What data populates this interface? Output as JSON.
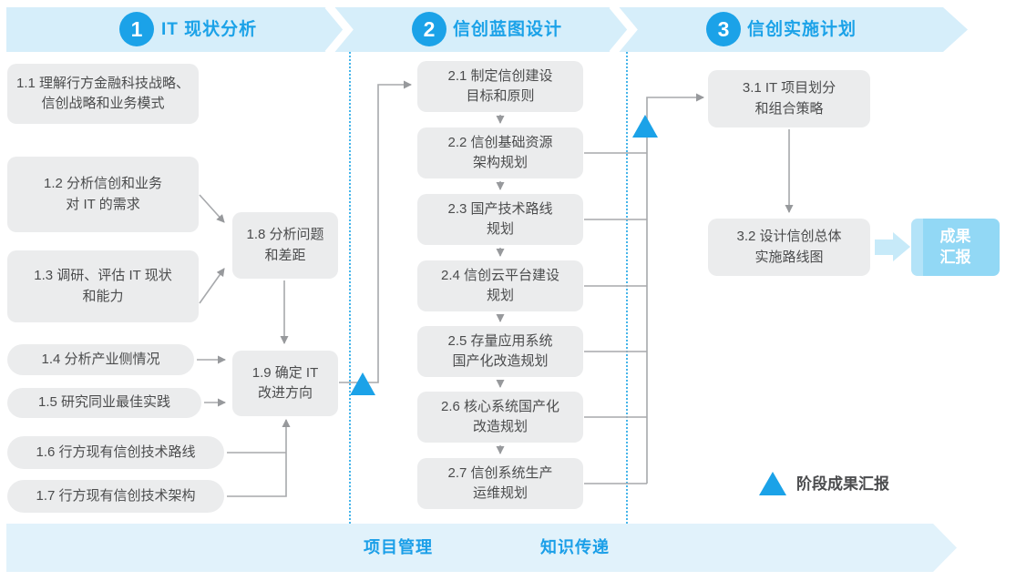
{
  "colors": {
    "accent_blue": "#1BA2E8",
    "band_fill": "#D6EEFA",
    "bottom_band_fill": "#E1F2FB",
    "box_fill": "#EBECED",
    "box_text": "#4B4C4D",
    "connector_gray": "#A7A9AC",
    "dotted_blue": "#46B5EA",
    "result_fill": "#92D8F5",
    "thick_arrow_fill": "#C7EAF9"
  },
  "phases": [
    {
      "number": "1",
      "title": "IT 现状分析"
    },
    {
      "number": "2",
      "title": "信创蓝图设计"
    },
    {
      "number": "3",
      "title": "信创实施计划"
    }
  ],
  "boxes": {
    "b1_1": {
      "line1": "1.1 理解行方金融科技战略、",
      "line2": "信创战略和业务模式"
    },
    "b1_2": {
      "line1": "1.2 分析信创和业务",
      "line2": "对 IT 的需求"
    },
    "b1_3": {
      "line1": "1.3 调研、评估 IT 现状",
      "line2": "和能力"
    },
    "b1_4": {
      "text": "1.4 分析产业侧情况"
    },
    "b1_5": {
      "text": "1.5 研究同业最佳实践"
    },
    "b1_6": {
      "text": "1.6 行方现有信创技术路线"
    },
    "b1_7": {
      "text": "1.7 行方现有信创技术架构"
    },
    "b1_8": {
      "line1": "1.8 分析问题",
      "line2": "和差距"
    },
    "b1_9": {
      "line1": "1.9 确定 IT",
      "line2": "改进方向"
    },
    "b2_1": {
      "line1": "2.1 制定信创建设",
      "line2": "目标和原则"
    },
    "b2_2": {
      "line1": "2.2 信创基础资源",
      "line2": "架构规划"
    },
    "b2_3": {
      "line1": "2.3 国产技术路线",
      "line2": "规划"
    },
    "b2_4": {
      "line1": "2.4 信创云平台建设",
      "line2": "规划"
    },
    "b2_5": {
      "line1": "2.5 存量应用系统",
      "line2": "国产化改造规划"
    },
    "b2_6": {
      "line1": "2.6 核心系统国产化",
      "line2": "改造规划"
    },
    "b2_7": {
      "line1": "2.7 信创系统生产",
      "line2": "运维规划"
    },
    "b3_1": {
      "line1": "3.1 IT 项目划分",
      "line2": "和组合策略"
    },
    "b3_2": {
      "line1": "3.2 设计信创总体",
      "line2": "实施路线图"
    }
  },
  "result_box": {
    "line1": "成果",
    "line2": "汇报"
  },
  "legend": {
    "label": "阶段成果汇报"
  },
  "bottom_band": {
    "items": [
      "项目管理",
      "知识传递"
    ]
  }
}
